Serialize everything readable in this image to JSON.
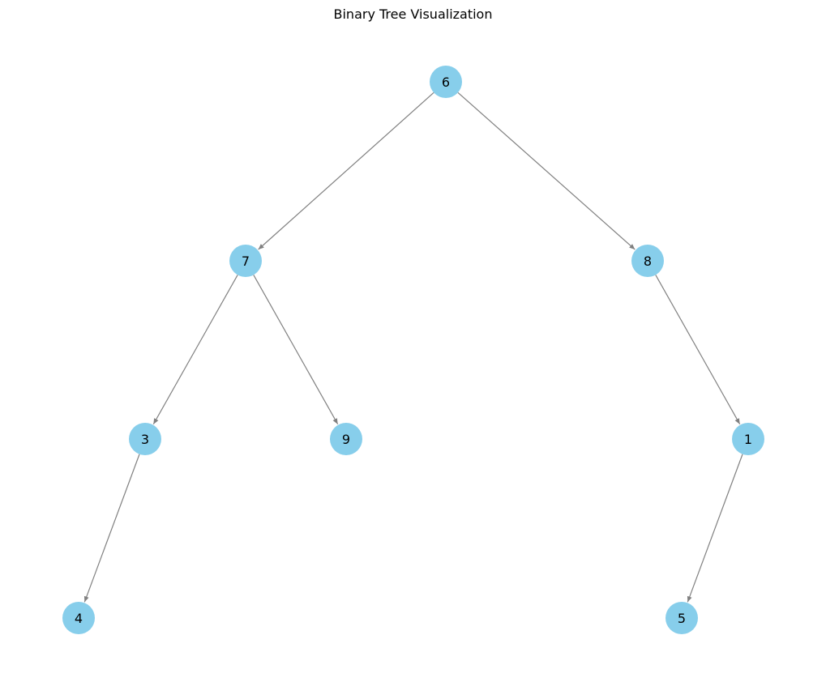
{
  "title": "Binary Tree Visualization",
  "colors": {
    "node_fill": "#87ceeb",
    "edge": "#808080",
    "label": "#000000"
  },
  "nodes": [
    {
      "id": "n6",
      "label": "6"
    },
    {
      "id": "n7",
      "label": "7"
    },
    {
      "id": "n8",
      "label": "8"
    },
    {
      "id": "n3",
      "label": "3"
    },
    {
      "id": "n9",
      "label": "9"
    },
    {
      "id": "n1",
      "label": "1"
    },
    {
      "id": "n4",
      "label": "4"
    },
    {
      "id": "n5",
      "label": "5"
    }
  ],
  "edges": [
    {
      "from": "n6",
      "to": "n7"
    },
    {
      "from": "n6",
      "to": "n8"
    },
    {
      "from": "n7",
      "to": "n3"
    },
    {
      "from": "n7",
      "to": "n9"
    },
    {
      "from": "n8",
      "to": "n1"
    },
    {
      "from": "n3",
      "to": "n4"
    },
    {
      "from": "n1",
      "to": "n5"
    }
  ]
}
